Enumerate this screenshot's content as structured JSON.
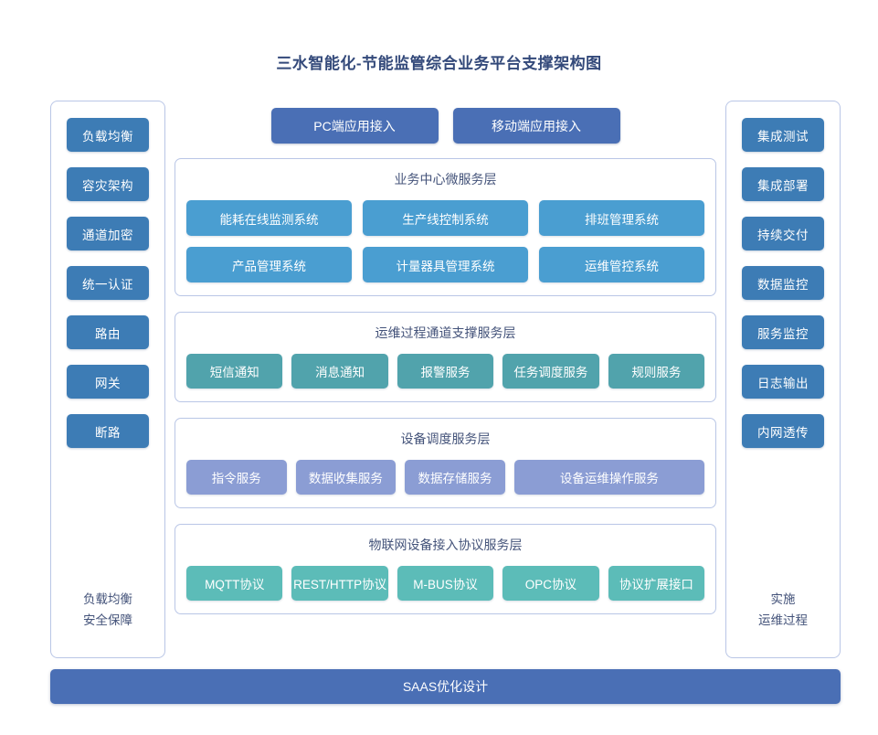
{
  "title": "三水智能化-节能监管综合业务平台支撑架构图",
  "colors": {
    "title": "#33497a",
    "panel_border": "#b9c6e6",
    "sidebar_button": "#3d7cb5",
    "access_button": "#4a6fb5",
    "business_item": "#4a9ed1",
    "ops_item": "#51a3ac",
    "device_item": "#8b9dd4",
    "protocol_item": "#5cbcb8",
    "bottom_bar": "#4a6fb5"
  },
  "left_sidebar": {
    "items": [
      {
        "label": "负载均衡"
      },
      {
        "label": "容灾架构"
      },
      {
        "label": "通道加密"
      },
      {
        "label": "统一认证"
      },
      {
        "label": "路由"
      },
      {
        "label": "网关"
      },
      {
        "label": "断路"
      }
    ],
    "footer_line1": "负载均衡",
    "footer_line2": "安全保障"
  },
  "right_sidebar": {
    "items": [
      {
        "label": "集成测试"
      },
      {
        "label": "集成部署"
      },
      {
        "label": "持续交付"
      },
      {
        "label": "数据监控"
      },
      {
        "label": "服务监控"
      },
      {
        "label": "日志输出"
      },
      {
        "label": "内网透传"
      }
    ],
    "footer_line1": "实施",
    "footer_line2": "运维过程"
  },
  "access_buttons": [
    {
      "label": "PC端应用接入"
    },
    {
      "label": "移动端应用接入"
    }
  ],
  "layers": [
    {
      "id": "business",
      "title": "业务中心微服务层",
      "items": [
        {
          "label": "能耗在线监测系统"
        },
        {
          "label": "生产线控制系统"
        },
        {
          "label": "排班管理系统"
        },
        {
          "label": "产品管理系统"
        },
        {
          "label": "计量器具管理系统"
        },
        {
          "label": "运维管控系统"
        }
      ]
    },
    {
      "id": "ops",
      "title": "运维过程通道支撑服务层",
      "items": [
        {
          "label": "短信通知"
        },
        {
          "label": "消息通知"
        },
        {
          "label": "报警服务"
        },
        {
          "label": "任务调度服务"
        },
        {
          "label": "规则服务"
        }
      ]
    },
    {
      "id": "device",
      "title": "设备调度服务层",
      "items": [
        {
          "label": "指令服务"
        },
        {
          "label": "数据收集服务"
        },
        {
          "label": "数据存储服务"
        },
        {
          "label": "设备运维操作服务",
          "wide": true
        }
      ]
    },
    {
      "id": "protocol",
      "title": "物联网设备接入协议服务层",
      "items": [
        {
          "label": "MQTT协议"
        },
        {
          "label": "REST/HTTP协议"
        },
        {
          "label": "M-BUS协议"
        },
        {
          "label": "OPC协议"
        },
        {
          "label": "协议扩展接口"
        }
      ]
    }
  ],
  "bottom_bar": {
    "label": "SAAS优化设计"
  }
}
